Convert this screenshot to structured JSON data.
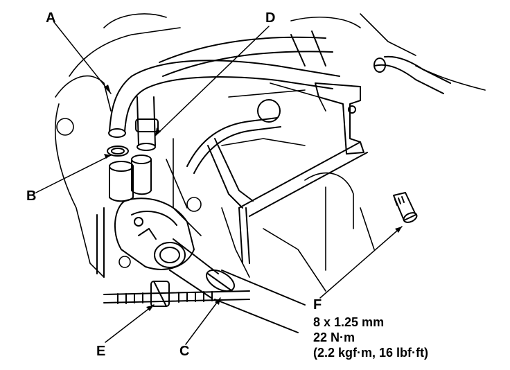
{
  "callouts": {
    "A": "A",
    "B": "B",
    "C": "C",
    "D": "D",
    "E": "E",
    "F": "F"
  },
  "bolt_spec": {
    "size": "8 x 1.25 mm",
    "torque_nm": "22 N·m",
    "torque_alt": "(2.2 kgf·m, 16 lbf·ft)"
  },
  "colors": {
    "ink": "#000000",
    "paper": "#ffffff"
  }
}
